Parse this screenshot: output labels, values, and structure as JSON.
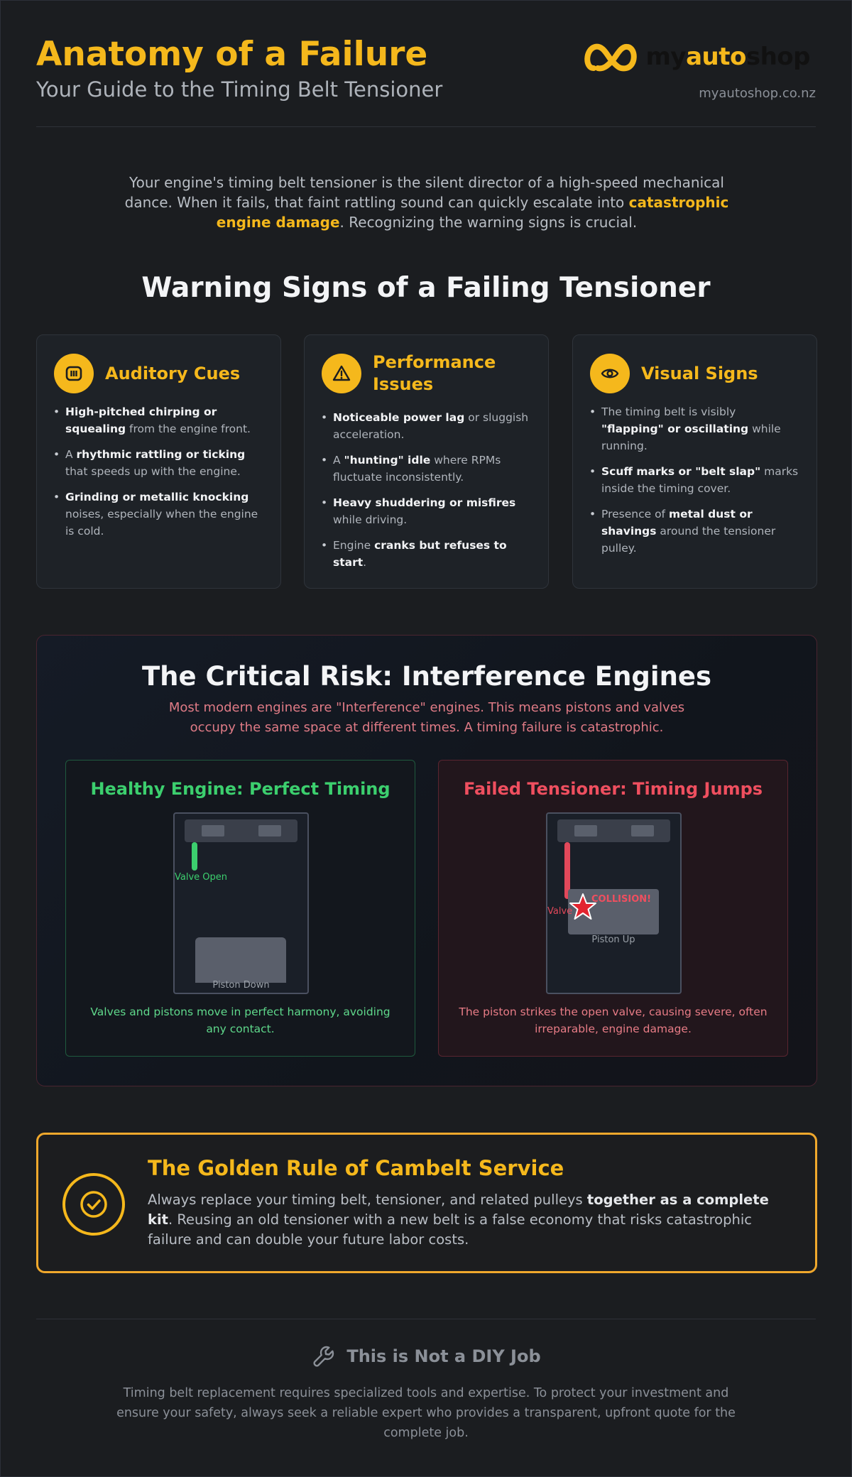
{
  "header": {
    "title": "Anatomy of a Failure",
    "subtitle": "Your Guide to the Timing Belt Tensioner",
    "logo_part1": "my",
    "logo_part2": "auto",
    "logo_part3": "shop",
    "site": "myautoshop.co.nz"
  },
  "intro": {
    "before": "Your engine's timing belt tensioner is the silent director of a high-speed mechanical dance. When it fails, that faint rattling sound can quickly escalate into ",
    "highlight": "catastrophic engine damage",
    "after": ". Recognizing the warning signs is crucial."
  },
  "warning": {
    "heading": "Warning Signs of a Failing Tensioner",
    "cards": [
      {
        "icon": "speaker-icon",
        "title": "Auditory Cues",
        "items": [
          {
            "pre": "",
            "bold": "High-pitched chirping or squealing",
            "post": " from the engine front."
          },
          {
            "pre": "A ",
            "bold": "rhythmic rattling or ticking",
            "post": " that speeds up with the engine."
          },
          {
            "pre": "",
            "bold": "Grinding or metallic knocking",
            "post": " noises, especially when the engine is cold."
          }
        ]
      },
      {
        "icon": "warning-triangle-icon",
        "title": "Performance Issues",
        "items": [
          {
            "pre": "",
            "bold": "Noticeable power lag",
            "post": " or sluggish acceleration."
          },
          {
            "pre": "A ",
            "bold": "\"hunting\" idle",
            "post": " where RPMs fluctuate inconsistently."
          },
          {
            "pre": "",
            "bold": "Heavy shuddering or misfires",
            "post": " while driving."
          },
          {
            "pre": "Engine ",
            "bold": "cranks but refuses to start",
            "post": "."
          }
        ]
      },
      {
        "icon": "eye-icon",
        "title": "Visual Signs",
        "items": [
          {
            "pre": "The timing belt is visibly ",
            "bold": "\"flapping\" or oscillating",
            "post": " while running."
          },
          {
            "pre": "",
            "bold": "Scuff marks or \"belt slap\"",
            "post": " marks inside the timing cover."
          },
          {
            "pre": "Presence of ",
            "bold": "metal dust or shavings",
            "post": " around the tensioner pulley."
          }
        ]
      }
    ]
  },
  "risk": {
    "heading": "The Critical Risk: Interference Engines",
    "subtitle": "Most modern engines are \"Interference\" engines. This means pistons and valves occupy the same space at different times. A timing failure is catastrophic.",
    "healthy": {
      "title": "Healthy Engine: Perfect Timing",
      "valve_label": "Valve Open",
      "piston_label": "Piston Down",
      "caption": "Valves and pistons move in perfect harmony, avoiding any contact."
    },
    "failed": {
      "title": "Failed Tensioner: Timing Jumps",
      "valve_label": "Valve",
      "piston_label": "Piston Up",
      "collision_label": "COLLISION!",
      "caption": "The piston strikes the open valve, causing severe, often irreparable, engine damage."
    }
  },
  "golden": {
    "title": "The Golden Rule of Cambelt Service",
    "before": "Always replace your timing belt, tensioner, and related pulleys ",
    "bold": "together as a complete kit",
    "after": ". Reusing an old tensioner with a new belt is a false economy that risks catastrophic failure and can double your future labor costs."
  },
  "footer": {
    "heading": "This is Not a DIY Job",
    "text": "Timing belt replacement requires specialized tools and expertise. To protect your investment and ensure your safety, always seek a reliable expert who provides a transparent, upfront quote for the complete job."
  },
  "colors": {
    "accent": "#f5b81c",
    "healthy": "#3ccf6e",
    "danger": "#ef4f5f",
    "background": "#1b1d20"
  }
}
